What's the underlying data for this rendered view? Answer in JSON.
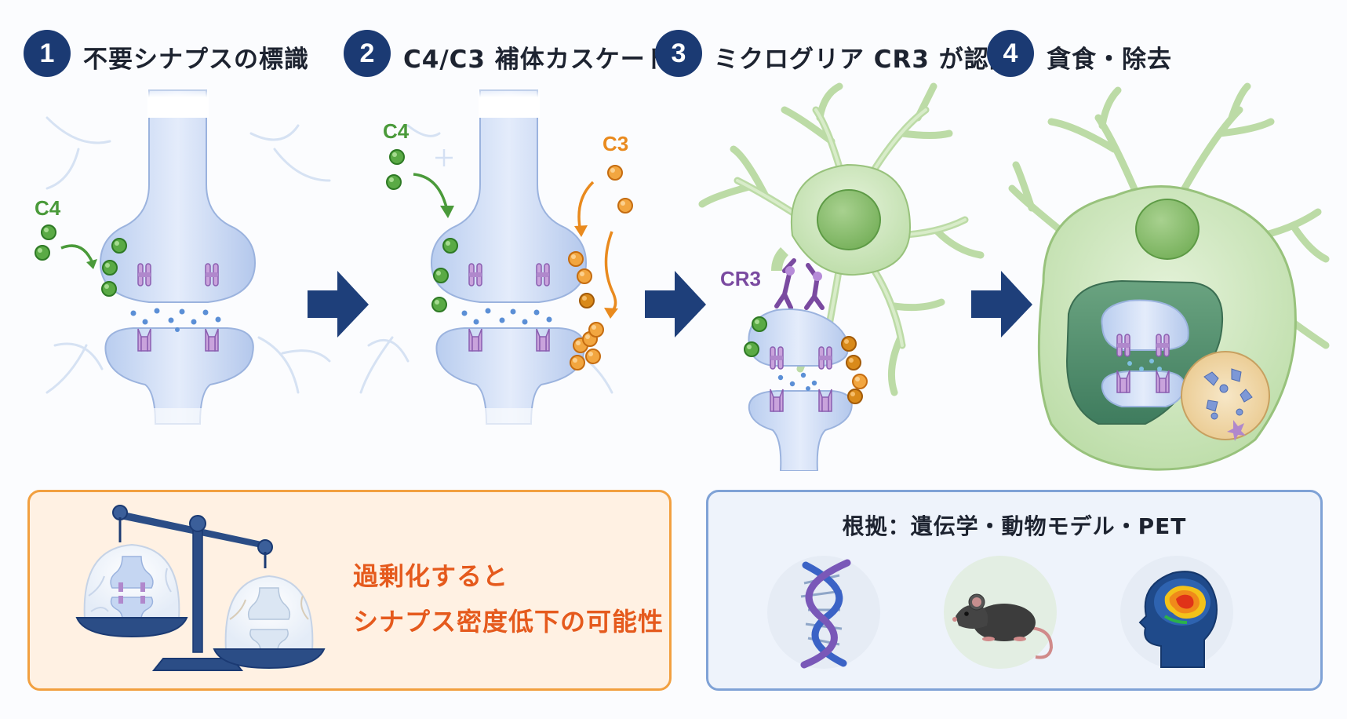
{
  "steps": [
    {
      "number": "1",
      "title": "不要シナプスの標識"
    },
    {
      "number": "2",
      "title": "C4/C3 補体カスケード"
    },
    {
      "number": "3",
      "title": "ミクログリア CR3 が認識"
    },
    {
      "number": "4",
      "title": "貪食・除去"
    }
  ],
  "labels": {
    "c4_panel1": "C4",
    "c4_panel2": "C4",
    "c3_panel2": "C3",
    "cr3_panel3": "CR3"
  },
  "warning": {
    "line1": "過剰化すると",
    "line2": "シナプス密度低下の可能性"
  },
  "evidence": {
    "title": "根拠：遺伝学・動物モデル・PET",
    "icons": [
      "dna-icon",
      "mouse-icon",
      "brain-pet-icon"
    ]
  },
  "colors": {
    "badge": "#1b3a73",
    "c4": "#4a9a3a",
    "c3": "#e98a1e",
    "cr3": "#7a4aa0",
    "synapse": "#c9d8f3",
    "microglia": "#c8e3b8",
    "warning_text": "#e55a1d",
    "arrow": "#1e3f7a"
  }
}
